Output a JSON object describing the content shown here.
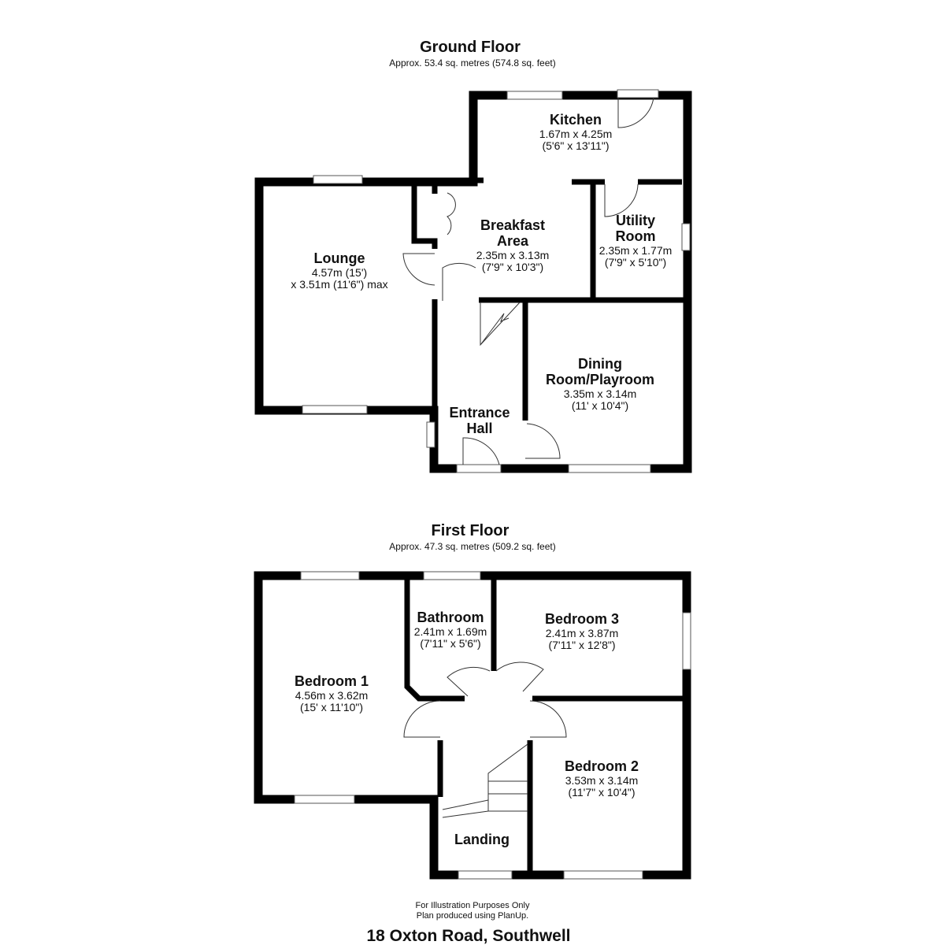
{
  "ground_floor": {
    "title": "Ground Floor",
    "area": "Approx. 53.4 sq. metres (574.8 sq. feet)",
    "rooms": {
      "kitchen": {
        "name": "Kitchen",
        "dim1": "1.67m x 4.25m",
        "dim2": "(5'6\" x 13'11\")"
      },
      "breakfast": {
        "name1": "Breakfast",
        "name2": "Area",
        "dim1": "2.35m x 3.13m",
        "dim2": "(7'9\" x 10'3\")"
      },
      "utility": {
        "name1": "Utility",
        "name2": "Room",
        "dim1": "2.35m x 1.77m",
        "dim2": "(7'9\" x 5'10\")"
      },
      "lounge": {
        "name": "Lounge",
        "dim1": "4.57m (15')",
        "dim2": "x 3.51m (11'6\") max"
      },
      "dining": {
        "name1": "Dining",
        "name2": "Room/Playroom",
        "dim1": "3.35m x 3.14m",
        "dim2": "(11' x 10'4\")"
      },
      "hall": {
        "name1": "Entrance",
        "name2": "Hall"
      }
    }
  },
  "first_floor": {
    "title": "First Floor",
    "area": "Approx. 47.3 sq. metres (509.2 sq. feet)",
    "rooms": {
      "bedroom1": {
        "name": "Bedroom 1",
        "dim1": "4.56m x 3.62m",
        "dim2": "(15' x 11'10\")"
      },
      "bathroom": {
        "name": "Bathroom",
        "dim1": "2.41m x 1.69m",
        "dim2": "(7'11\" x 5'6\")"
      },
      "bedroom3": {
        "name": "Bedroom 3",
        "dim1": "2.41m x 3.87m",
        "dim2": "(7'11\" x 12'8\")"
      },
      "bedroom2": {
        "name": "Bedroom 2",
        "dim1": "3.53m x 3.14m",
        "dim2": "(11'7\" x 10'4\")"
      },
      "landing": {
        "name": "Landing"
      }
    }
  },
  "footer": {
    "note1": "For Illustration Purposes Only",
    "note2": "Plan produced using PlanUp.",
    "address": "18 Oxton Road, Southwell"
  }
}
